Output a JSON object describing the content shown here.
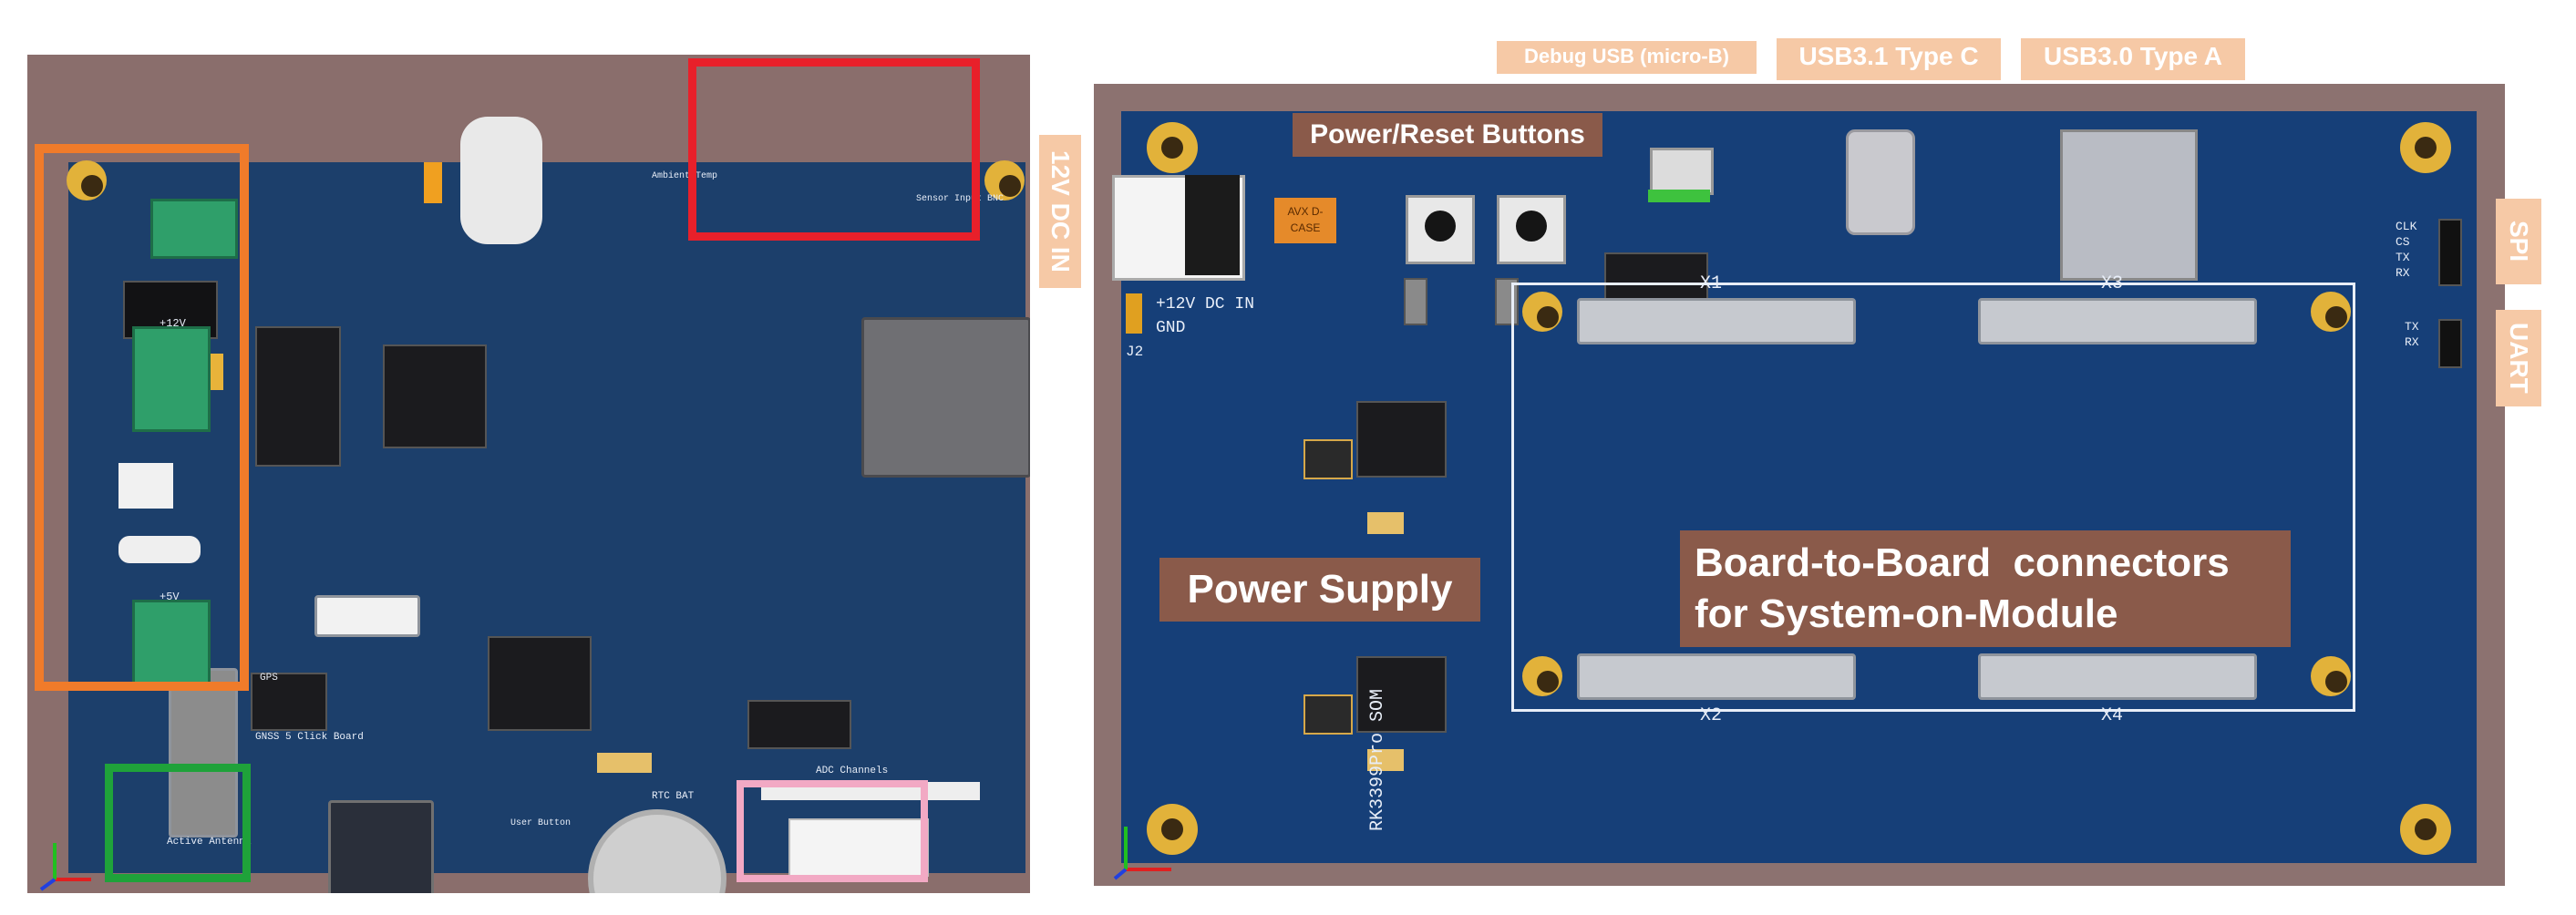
{
  "left_image": {
    "silkscreen": [
      "+12V",
      "+5V",
      "GPS",
      "GNSS 5 Click Board",
      "RTC BAT",
      "ADC Channels",
      "Active Antenna",
      "Sensor Input BNC",
      "Ambient Temp",
      "User Button"
    ]
  },
  "right_image": {
    "labels": {
      "dc_in": "12V DC IN",
      "debug_usb": "Debug USB (micro-B)",
      "usb_c": "USB3.1 Type C",
      "usb_a": "USB3.0 Type A",
      "power_reset": "Power/Reset Buttons",
      "spi": "SPI",
      "uart": "UART",
      "power_supply": "Power Supply",
      "b2b_line1": "Board-to-Board  connectors",
      "b2b_line2": "for System-on-Module"
    },
    "silkscreen": {
      "x1": "X1",
      "x2": "X2",
      "x3": "X3",
      "x4": "X4",
      "som": "RK3399Pro SOM",
      "dc_in_pin": "+12V DC IN",
      "gnd": "GND",
      "j2": "J2",
      "spi_pins": [
        "CLK",
        "CS",
        "TX",
        "RX"
      ],
      "uart_pins": [
        "TX",
        "RX"
      ],
      "avx": "AVX D-CASE"
    }
  },
  "colors": {
    "pcb_blue": "#163f78",
    "highlight_orange": "#f07b2a",
    "highlight_red": "#e8202a",
    "highlight_green": "#1fa23a",
    "highlight_pink": "#f2a9c4",
    "label_peach": "#f6c9a6",
    "label_brown": "#8a5a4a"
  }
}
